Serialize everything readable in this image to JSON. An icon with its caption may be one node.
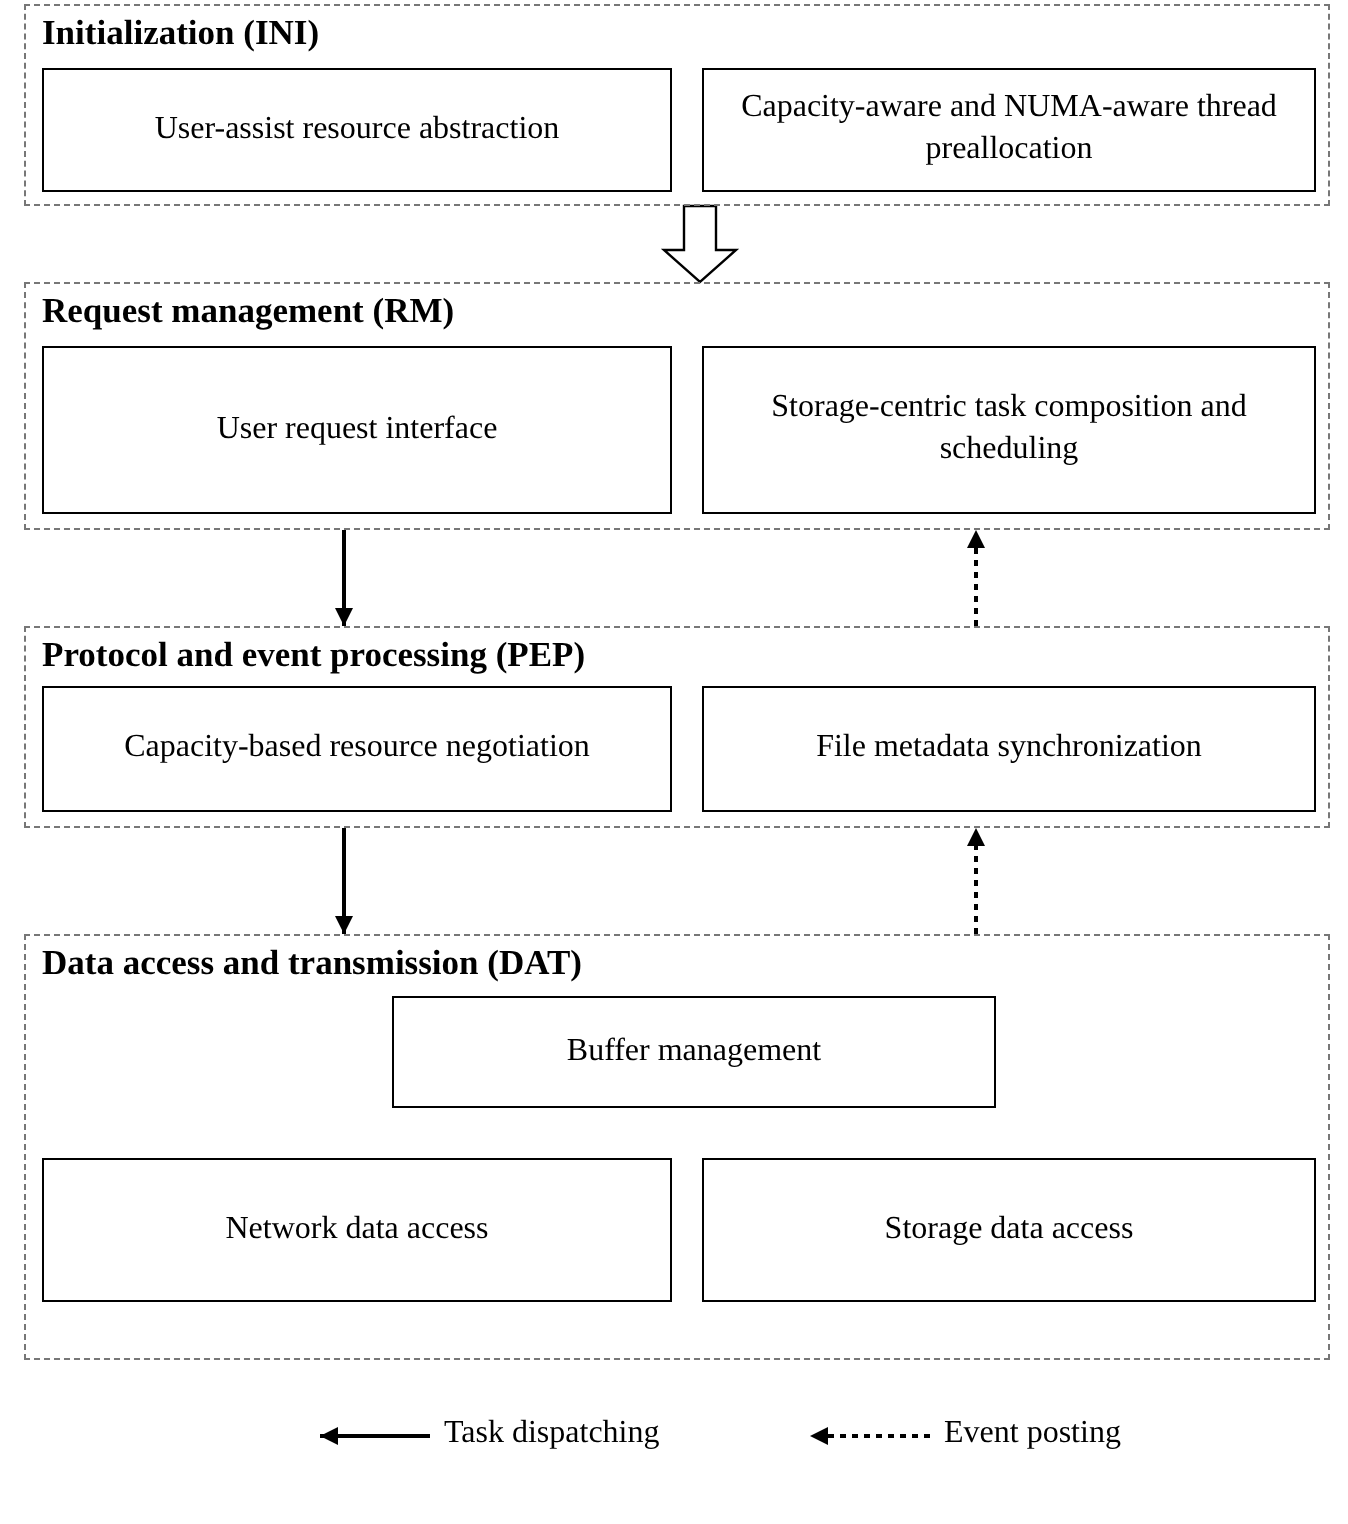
{
  "diagram": {
    "nodes": [
      {
        "text": [
          "Initialization (INI)"
        ]
      },
      {
        "text": [
          "User-assist resource abstraction"
        ],
        "in": 0
      },
      {
        "text": [
          "Capacity-aware and NUMA-aware thread preallocation"
        ],
        "in": 0
      },
      {
        "text": [
          "Request management (RM)"
        ]
      },
      {
        "text": [
          "User request interface"
        ],
        "in": 3
      },
      {
        "text": [
          "Storage-centric task composition and scheduling"
        ],
        "in": 3
      },
      {
        "text": [
          "Protocol and event processing (PEP)"
        ]
      },
      {
        "text": [
          "Capacity-based resource negotiation"
        ],
        "in": 6
      },
      {
        "text": [
          "File metadata synchronization"
        ],
        "in": 6
      },
      {
        "text": [
          "Data access and transmission (DAT)"
        ]
      },
      {
        "text": [
          "Buffer management"
        ],
        "in": 9
      },
      {
        "text": [
          "Network data access"
        ],
        "in": 9
      },
      {
        "text": [
          "Storage data access"
        ],
        "in": 9
      }
    ],
    "edges": [
      {
        "from": 0,
        "to": 3,
        "arrow": "to",
        "style": "thick"
      },
      {
        "from": 3,
        "to": 6,
        "arrow": "to"
      },
      {
        "from": 6,
        "to": 3,
        "arrow": "to",
        "style": "dashed"
      },
      {
        "from": 6,
        "to": 9,
        "arrow": "to"
      },
      {
        "from": 9,
        "to": 6,
        "arrow": "to",
        "style": "dashed"
      }
    ],
    "legend": [
      {
        "text": "Task dispatching"
      },
      {
        "text": "Event posting"
      }
    ]
  }
}
